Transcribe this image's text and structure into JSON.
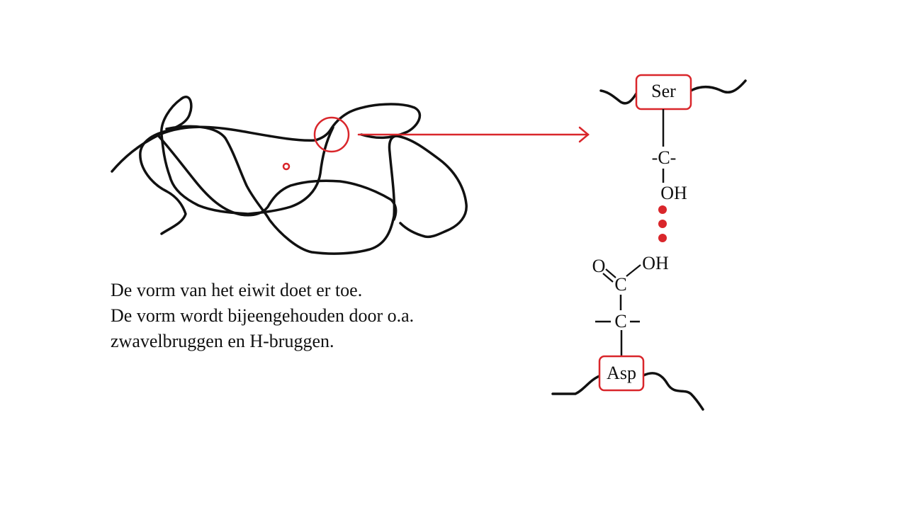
{
  "caption": {
    "line1": "De vorm van het eiwit doet er toe.",
    "line2": "De vorm wordt bijeengehouden door o.a.",
    "line3": "zwavelbruggen en H-bruggen."
  },
  "structure": {
    "top_residue": "Ser",
    "top_carbon": "-C-",
    "top_group": "OH",
    "bottom_acid_o": "O",
    "bottom_acid_oh": "OH",
    "bottom_acid_c": "C",
    "bottom_carbon": "-C-",
    "bottom_residue": "Asp"
  },
  "colors": {
    "accent": "#d9262b",
    "line": "#111111"
  }
}
